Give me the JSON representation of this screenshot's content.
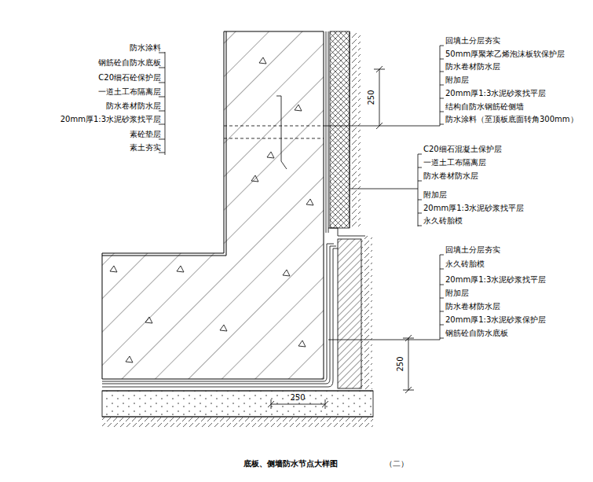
{
  "diagram": {
    "title": "底板、侧墙防水节点大样图",
    "labels": [
      "防水涂料",
      "钢筋砼自防水底板",
      "C20细石砼保护层",
      "一道土工布隔离层",
      "防水卷材防水层",
      "20mm厚1:3水泥砂浆找平层",
      "素砼垫层",
      "素土夯实",
      "回填土分层夯实",
      "50mm厚聚苯乙烯泡沫板软保护层",
      "防水卷材防水层",
      "附加层",
      "20mm厚1:3水泥砂浆找平层",
      "结构自防水钢筋砼侧墙",
      "防水涂料（至顶板底面转角300mm）",
      "C20细石混凝土保护层",
      "一道土工布隔离层",
      "防水卷材防水层",
      "附加层",
      "20mm厚1:3水泥砂浆找平层",
      "永久砖胎模",
      "回填土分层夯实",
      "永久砖胎模",
      "20mm厚1:3水泥砂浆找平层",
      "附加层",
      "防水卷材防水层",
      "20mm厚1:3水泥砂浆保护层",
      "钢筋砼自防水底板",
      "250",
      "250",
      "250",
      "（二）"
    ]
  }
}
